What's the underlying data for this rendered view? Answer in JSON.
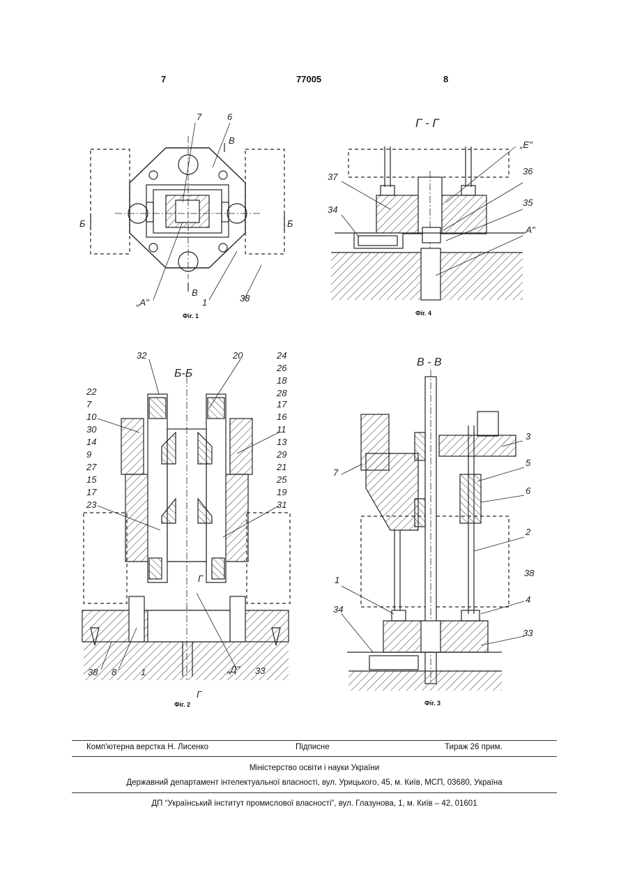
{
  "header": {
    "left_page": "7",
    "patent_number": "77005",
    "right_page": "8"
  },
  "figures": {
    "fig1": {
      "caption": "Фіг. 1",
      "labels": [
        "7",
        "6",
        "В",
        "Б",
        "Б",
        "„А\"",
        "1",
        "38",
        "В"
      ]
    },
    "fig4": {
      "caption": "Фіг. 4",
      "section_title": "Г - Г",
      "labels": [
        "„Е\"",
        "37",
        "36",
        "34",
        "35",
        "„А\""
      ]
    },
    "fig2": {
      "caption": "Фіг. 2",
      "section_title": "Б-Б",
      "labels": [
        "32",
        "20",
        "24",
        "26",
        "22",
        "18",
        "28",
        "7",
        "17",
        "10",
        "16",
        "30",
        "11",
        "14",
        "13",
        "9",
        "29",
        "27",
        "21",
        "15",
        "25",
        "17",
        "19",
        "23",
        "31",
        "Г",
        "38",
        "8",
        "1",
        "„Д\"",
        "33",
        "Г"
      ]
    },
    "fig3": {
      "caption": "Фіг. 3",
      "section_title": "В - В",
      "labels": [
        "3",
        "5",
        "7",
        "6",
        "2",
        "38",
        "1",
        "4",
        "34",
        "33"
      ]
    }
  },
  "footer": {
    "layout": "Комп'ютерна верстка Н. Лисенко",
    "signed": "Підписне",
    "circulation": "Тираж 26 прим.",
    "ministry": "Міністерство освіти і науки України",
    "department": "Державний департамент інтелектуальної власності, вул. Урицького, 45, м. Київ, МСП, 03680, Україна",
    "institute": "ДП “Український інститут промислової власності”, вул. Глазунова, 1, м. Київ – 42, 01601"
  }
}
